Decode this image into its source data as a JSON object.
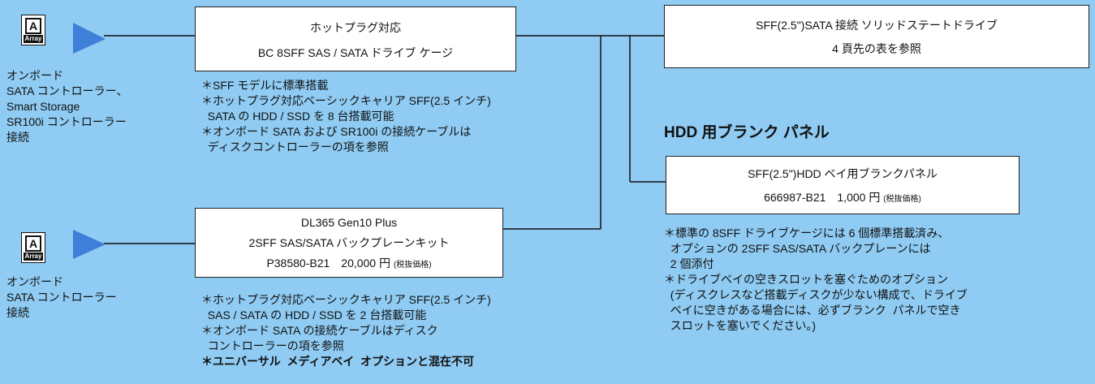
{
  "controller_top": {
    "icon_top": "A",
    "icon_bottom": "Array",
    "lines": [
      "オンボード",
      "SATA コントローラー、",
      "Smart Storage",
      "SR100i コントローラー",
      "接続"
    ]
  },
  "controller_bottom": {
    "icon_top": "A",
    "icon_bottom": "Array",
    "lines": [
      "オンボード",
      "SATA コントローラー",
      "接続"
    ]
  },
  "cage_box": {
    "line1": "ホットプラグ対応",
    "line2": "BC 8SFF SAS / SATA ドライブ  ケージ"
  },
  "cage_notes": [
    "＊SFF モデルに標準搭載",
    "＊ホットプラグ対応ベーシックキャリア SFF(2.5 インチ)",
    "  SATA の HDD / SSD を 8 台搭載可能",
    "＊オンボード SATA および SR100i の接続ケーブルは",
    "  ディスクコントローラーの項を参照"
  ],
  "backplane_box": {
    "line1": "DL365 Gen10 Plus",
    "line2": "2SFF SAS/SATA バックプレーンキット",
    "line3_main": "P38580-B21　20,000 円",
    "line3_small": "(税抜価格)"
  },
  "backplane_notes": [
    "＊ホットプラグ対応ベーシックキャリア SFF(2.5 インチ)",
    "  SAS / SATA の HDD / SSD を 2 台搭載可能",
    "＊オンボード SATA の接続ケーブルはディスク",
    "  コントローラーの項を参照"
  ],
  "backplane_note_bold": "＊ユニバーサル  メディアベイ  オプションと混在不可",
  "ssd_box": {
    "line1": "SFF(2.5\")SATA 接続  ソリッドステートドライブ",
    "line2": "4 頁先の表を参照"
  },
  "blank_heading": "HDD 用ブランク  パネル",
  "blank_box": {
    "line1": "SFF(2.5\")HDD ベイ用ブランクパネル",
    "line2_main": "666987-B21　1,000 円",
    "line2_small": "(税抜価格)"
  },
  "blank_notes": [
    "＊標準の 8SFF ドライブケージには 6 個標準搭載済み、",
    "  オプションの 2SFF SAS/SATA バックプレーンには",
    "  2 個添付",
    "＊ドライブベイの空きスロットを塞ぐためのオプション",
    "  (ディスクレスなど搭載ディスクが少ない構成で、ドライブ",
    "  ベイに空きがある場合には、必ずブランク  パネルで空き",
    "  スロットを塞いでください。)"
  ],
  "colors": {
    "background": "#8FCBF2",
    "arrow": "#3D7FD9",
    "line": "#111111"
  }
}
